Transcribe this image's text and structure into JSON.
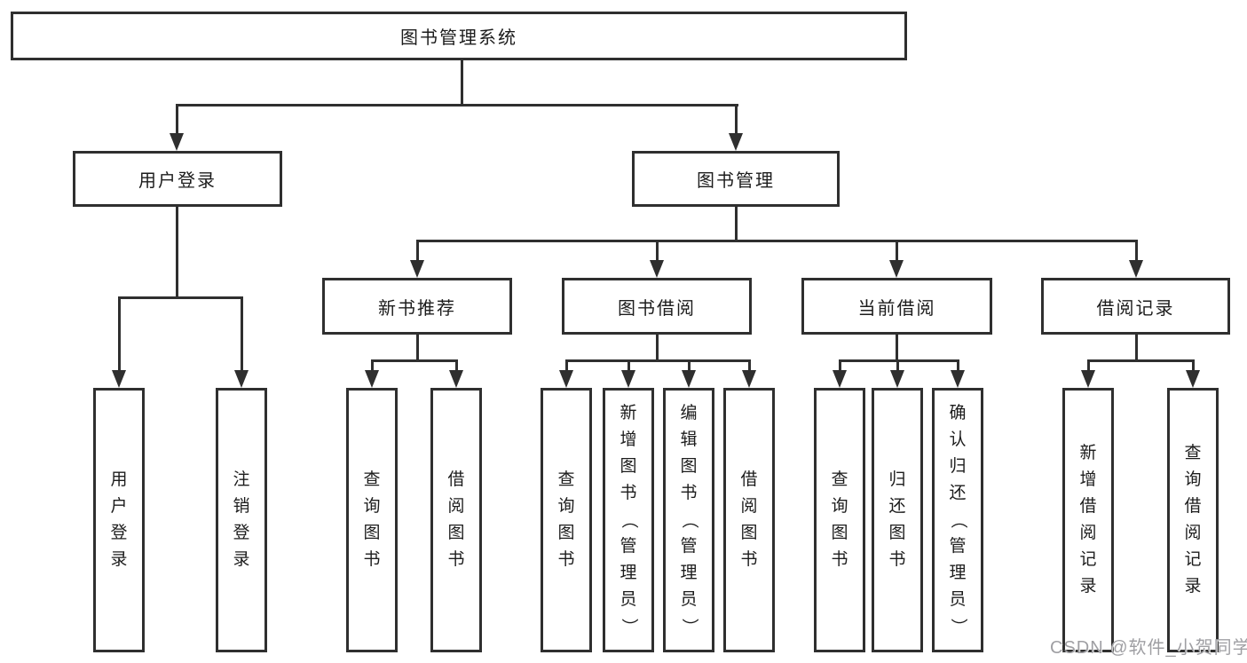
{
  "diagram": {
    "root": {
      "label": "图书管理系统"
    },
    "level2": [
      {
        "id": "user-login",
        "label": "用户登录"
      },
      {
        "id": "book-management",
        "label": "图书管理"
      }
    ],
    "level3": [
      {
        "id": "new-book-recommend",
        "parent": "图书管理",
        "label": "新书推荐"
      },
      {
        "id": "book-borrowing",
        "parent": "图书管理",
        "label": "图书借阅"
      },
      {
        "id": "current-borrowing",
        "parent": "图书管理",
        "label": "当前借阅"
      },
      {
        "id": "borrowing-records",
        "parent": "图书管理",
        "label": "借阅记录"
      }
    ],
    "leaves": [
      {
        "parent": "用户登录",
        "label": "用户登录"
      },
      {
        "parent": "用户登录",
        "label": "注销登录"
      },
      {
        "parent": "新书推荐",
        "label": "查询图书"
      },
      {
        "parent": "新书推荐",
        "label": "借阅图书"
      },
      {
        "parent": "图书借阅",
        "label": "查询图书"
      },
      {
        "parent": "图书借阅",
        "label": "新增图书（管理员）"
      },
      {
        "parent": "图书借阅",
        "label": "编辑图书（管理员）"
      },
      {
        "parent": "图书借阅",
        "label": "借阅图书"
      },
      {
        "parent": "当前借阅",
        "label": "查询图书"
      },
      {
        "parent": "当前借阅",
        "label": "归还图书"
      },
      {
        "parent": "当前借阅",
        "label": "确认归还（管理员）"
      },
      {
        "parent": "借阅记录",
        "label": "新增借阅记录"
      },
      {
        "parent": "借阅记录",
        "label": "查询借阅记录"
      }
    ]
  },
  "watermark": {
    "text": "CSDN @软件_小贺同学"
  },
  "colors": {
    "line": "#2f2f2f",
    "box_border": "#2f2f2f",
    "text": "#1c1c1c",
    "background": "#ffffff",
    "watermark": "#9f9fa3"
  }
}
